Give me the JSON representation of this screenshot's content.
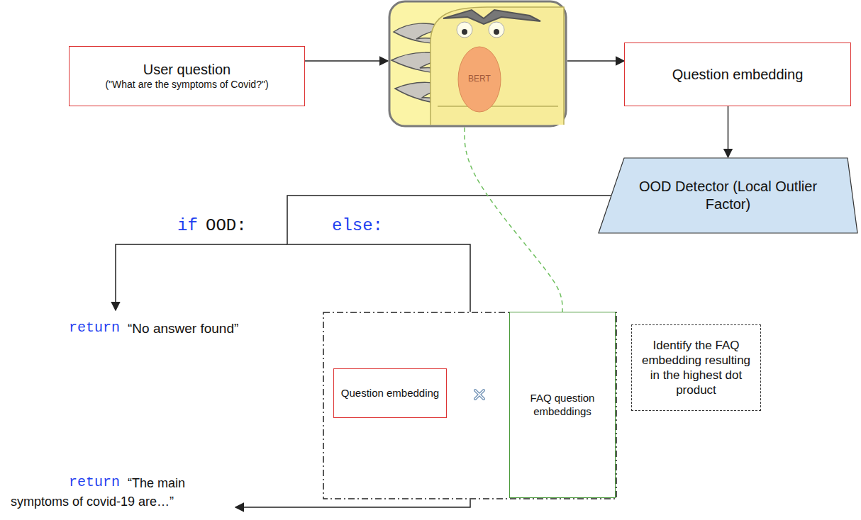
{
  "diagram": {
    "nodes": [
      {
        "text": [
          "User question",
          "(\"What are the symptoms of Covid?\")"
        ]
      },
      {
        "text": [
          "BERT"
        ]
      },
      {
        "text": [
          "Question embedding"
        ]
      },
      {
        "text": [
          "OOD Detector (Local Outlier Factor)"
        ]
      },
      {
        "text": []
      },
      {
        "text": [
          "Question embedding"
        ],
        "in": 4
      },
      {
        "text": [
          "FAQ question embeddings"
        ],
        "in": 4
      },
      {
        "text": [
          "Identify the FAQ embedding resulting in the highest dot product"
        ]
      }
    ],
    "edges": [
      {
        "from": 0,
        "to": 1,
        "arrow": "to"
      },
      {
        "from": 1,
        "to": 2,
        "arrow": "to"
      },
      {
        "from": 2,
        "to": 3,
        "arrow": "to"
      },
      {
        "from": 3,
        "to": 4,
        "arrow": "none"
      },
      {
        "from": 1,
        "to": 6,
        "arrow": "none"
      }
    ],
    "labels": [
      "if",
      "OOD:",
      "else:",
      "return",
      "“No answer found”",
      "return",
      "“The main symptoms of covid-19 are…”"
    ]
  }
}
